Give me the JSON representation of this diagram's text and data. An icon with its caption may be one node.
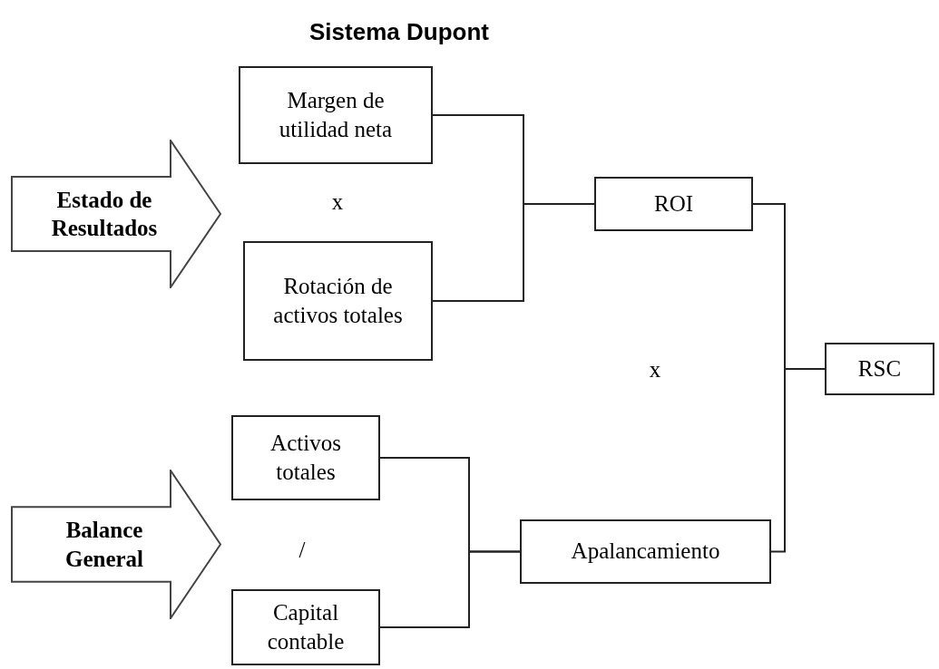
{
  "diagram": {
    "title": "Sistema Dupont",
    "nodes": [
      {
        "text": [
          "Estado de Resultados"
        ]
      },
      {
        "text": [
          "Margen de utilidad neta"
        ]
      },
      {
        "text": [
          "Rotación de activos totales"
        ]
      },
      {
        "text": [
          "ROI"
        ]
      },
      {
        "text": [
          "Balance General"
        ]
      },
      {
        "text": [
          "Activos totales"
        ]
      },
      {
        "text": [
          "Capital contable"
        ]
      },
      {
        "text": [
          "Apalancamiento"
        ]
      },
      {
        "text": [
          "RSC"
        ]
      }
    ],
    "edges": [
      {
        "from": 1,
        "to": 3,
        "arrow": "none"
      },
      {
        "from": 2,
        "to": 3,
        "arrow": "none"
      },
      {
        "from": 5,
        "to": 7,
        "arrow": "none"
      },
      {
        "from": 6,
        "to": 7,
        "arrow": "none"
      },
      {
        "from": 3,
        "to": 8,
        "arrow": "none"
      },
      {
        "from": 7,
        "to": 8,
        "arrow": "none"
      }
    ],
    "labels": [
      "x",
      "x",
      "/"
    ]
  }
}
